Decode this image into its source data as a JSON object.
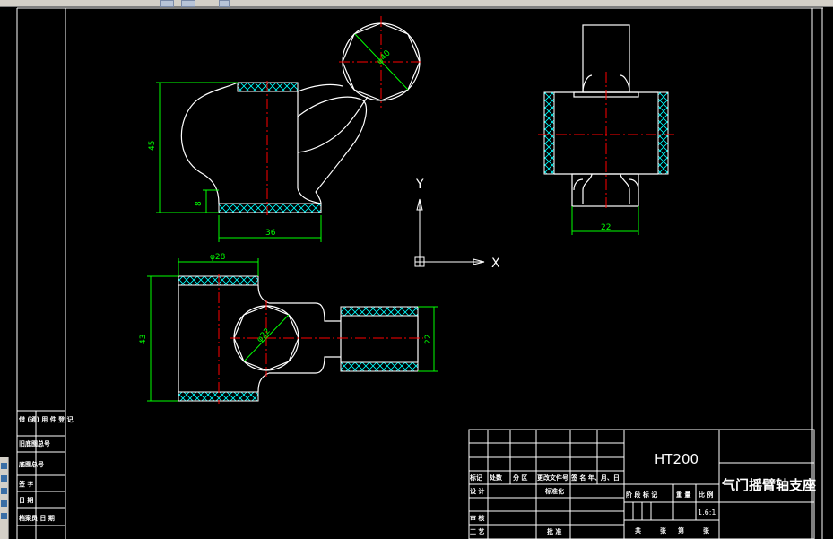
{
  "window": {
    "title": ""
  },
  "axes_icon": {
    "y_label": "Y",
    "x_label": "X"
  },
  "dimensions": {
    "front_height": "45",
    "front_base": "8",
    "front_width": "36",
    "front_dia": "φ40",
    "top_dia": "φ28",
    "top_height": "43",
    "top_center_dia": "φ22",
    "top_right_height": "22",
    "side_width": "22"
  },
  "title_block": {
    "material": "HT200",
    "part_name": "气门摇臂轴支座",
    "scale": "1.6:1",
    "labels": {
      "mark": "标记",
      "count": "处数",
      "zone": "分 区",
      "change_doc": "更改文件号",
      "sign_date": "签 名 年、月、日",
      "design": "设 计",
      "standardize": "标准化",
      "stage_mark": "阶 段 标 记",
      "weight": "重 量",
      "scale_label": "比 例",
      "review": "审 核",
      "process": "工 艺",
      "approve": "批 准",
      "total": "共",
      "sheet": "张",
      "num": "第",
      "sheet2": "张"
    }
  },
  "side_block": {
    "rows": [
      "借 (通) 用 件 登 记",
      "旧底图总号",
      "底图总号",
      "签 字",
      "日 期",
      "档案员  日 期"
    ]
  },
  "colors": {
    "outline": "#ffffff",
    "dimension": "#00ff00",
    "hatch": "#00ffff",
    "centerline": "#ff0000",
    "background": "#000000"
  }
}
